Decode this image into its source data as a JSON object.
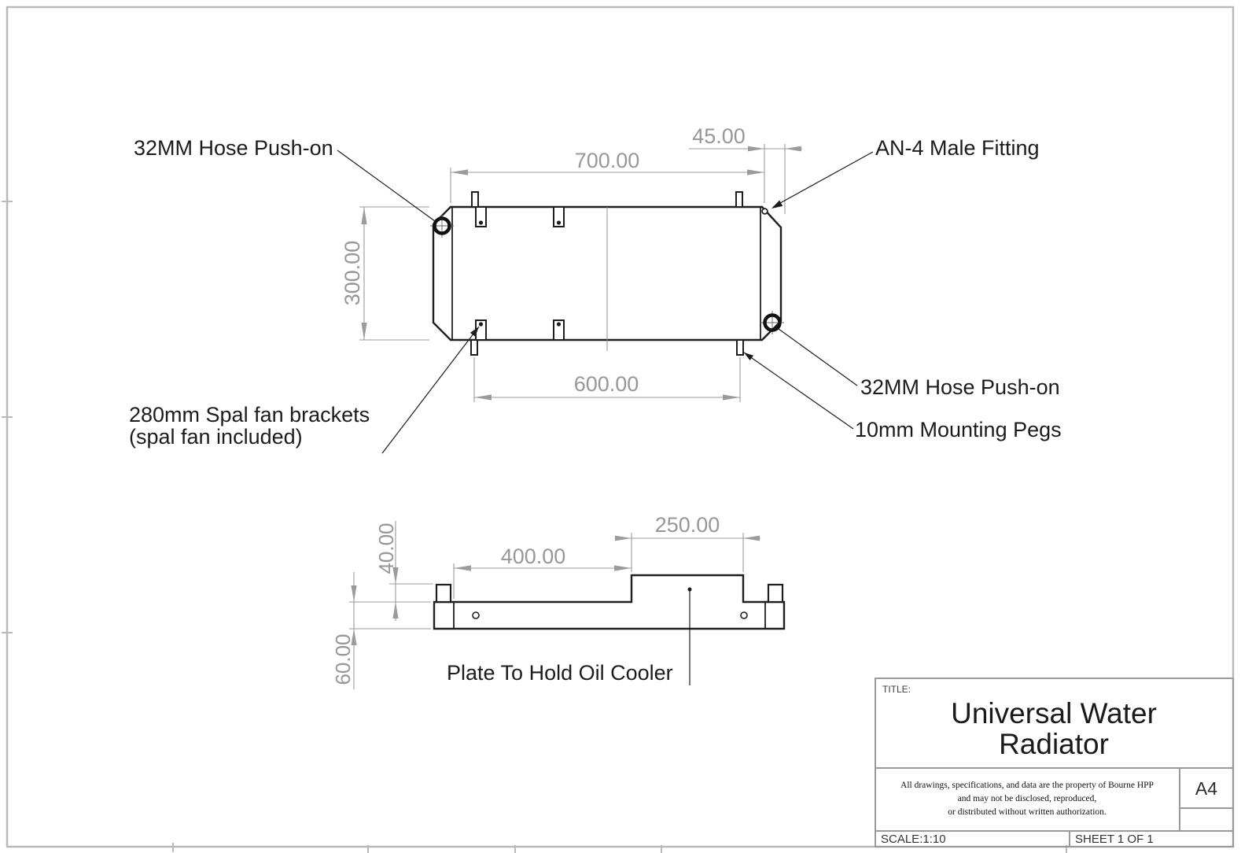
{
  "drawing": {
    "labels": {
      "hose_top_left": "32MM Hose Push-on",
      "an4_fitting": "AN-4 Male Fitting",
      "hose_bottom_right": "32MM Hose Push-on",
      "mounting_pegs": "10mm Mounting Pegs",
      "spal_brackets_line1": "280mm Spal fan brackets",
      "spal_brackets_line2": "(spal fan included)",
      "oil_cooler_plate": "Plate To Hold Oil Cooler"
    },
    "dimensions": {
      "core_width": "700.00",
      "fitting_offset": "45.00",
      "core_height": "300.00",
      "peg_spacing": "600.00",
      "plate_offset": "400.00",
      "plate_width": "250.00",
      "peg_height": "40.00",
      "end_depth": "60.00"
    }
  },
  "title_block": {
    "title_label": "TITLE:",
    "title_line1": "Universal Water",
    "title_line2": "Radiator",
    "disclaimer_line1": "All drawings, specifications, and data are the property of Bourne HPP",
    "disclaimer_line2": "and may not be disclosed, reproduced,",
    "disclaimer_line3": "or distributed without written authorization.",
    "paper_size": "A4",
    "scale": "SCALE:1:10",
    "sheet": "SHEET 1 OF 1"
  },
  "colors": {
    "part_line": "#1f1f1f",
    "dimension_gray": "#9b9b9b",
    "frame_gray": "#b9b9b9",
    "label_text": "#1c1c1c"
  }
}
